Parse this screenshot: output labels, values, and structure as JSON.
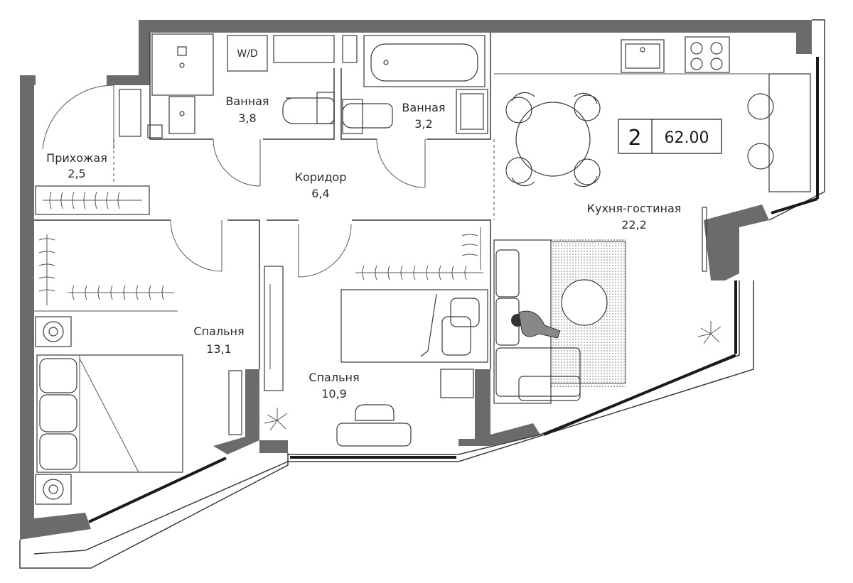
{
  "apartment": {
    "rooms_count": "2",
    "total_area": "62.00"
  },
  "fixtures": {
    "washer_dryer": "W/D"
  },
  "rooms": [
    {
      "name": "Прихожая",
      "area": "2,5"
    },
    {
      "name": "Ванная",
      "area": "3,8"
    },
    {
      "name": "Ванная",
      "area": "3,2"
    },
    {
      "name": "Коридор",
      "area": "6,4"
    },
    {
      "name": "Кухня-гостиная",
      "area": "22,2"
    },
    {
      "name": "Спальня",
      "area": "13,1"
    },
    {
      "name": "Спальня",
      "area": "10,9"
    }
  ],
  "colors": {
    "wall": "#6b6b6b",
    "window": "#1a1a1a",
    "background": "#ffffff"
  }
}
